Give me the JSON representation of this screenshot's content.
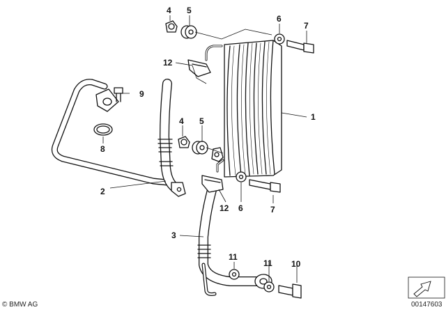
{
  "diagram": {
    "callouts": {
      "c1": "1",
      "c2": "2",
      "c3": "3",
      "c4a": "4",
      "c4b": "4",
      "c5a": "5",
      "c5b": "5",
      "c6a": "6",
      "c6b": "6",
      "c7a": "7",
      "c7b": "7",
      "c8": "8",
      "c9": "9",
      "c10": "10",
      "c11a": "11",
      "c11b": "11",
      "c12a": "12",
      "c12b": "12"
    }
  },
  "footer": {
    "copyright": "© BMW AG",
    "image_number": "00147603"
  },
  "colors": {
    "line": "#111111",
    "fill": "#ffffff"
  }
}
